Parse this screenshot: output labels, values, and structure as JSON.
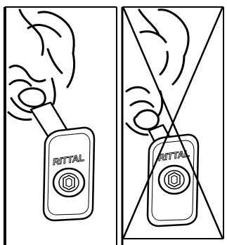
{
  "panels": [
    {
      "verdict": "correct",
      "device": {
        "brand_text": "RITTAL",
        "icon": "rittal-emblem-icon"
      },
      "hand_icon": "hand-pulling-tab-icon"
    },
    {
      "verdict": "incorrect",
      "device": {
        "brand_text": "RITTAL",
        "icon": "rittal-emblem-icon"
      },
      "hand_icon": "hand-pulling-tab-icon",
      "overlay_icon": "cross-out-x-icon"
    }
  ],
  "colors": {
    "line": "#000000",
    "background": "#ffffff"
  }
}
